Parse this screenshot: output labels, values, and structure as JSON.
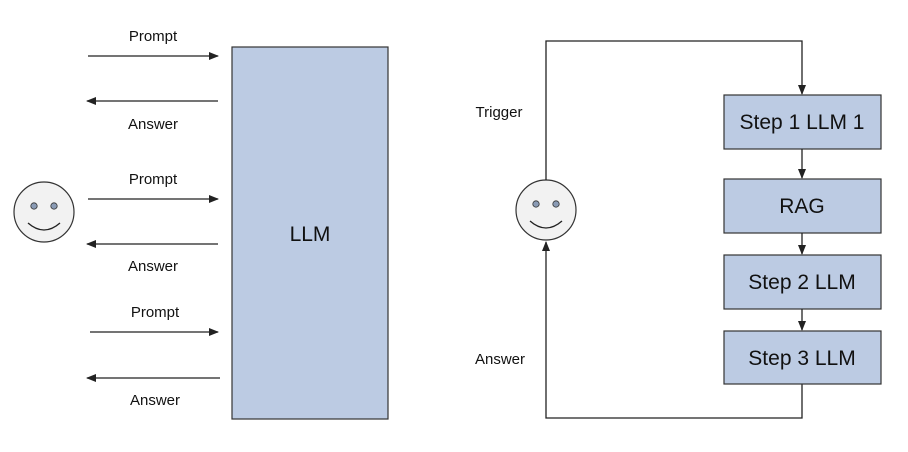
{
  "colors": {
    "box_fill": "#bccbe3",
    "face_fill": "#f2f2f2",
    "stroke": "#222222",
    "text": "#111111"
  },
  "left_panel": {
    "user_icon": "smiley-face-icon",
    "llm_box_label": "LLM",
    "exchanges": [
      {
        "prompt": "Prompt",
        "answer": "Answer"
      },
      {
        "prompt": "Prompt",
        "answer": "Answer"
      },
      {
        "prompt": "Prompt",
        "answer": "Answer"
      }
    ]
  },
  "right_panel": {
    "user_icon": "smiley-face-icon",
    "trigger_label": "Trigger",
    "answer_label": "Answer",
    "steps": [
      "Step 1 LLM 1",
      "RAG",
      "Step 2 LLM",
      "Step 3 LLM"
    ]
  }
}
